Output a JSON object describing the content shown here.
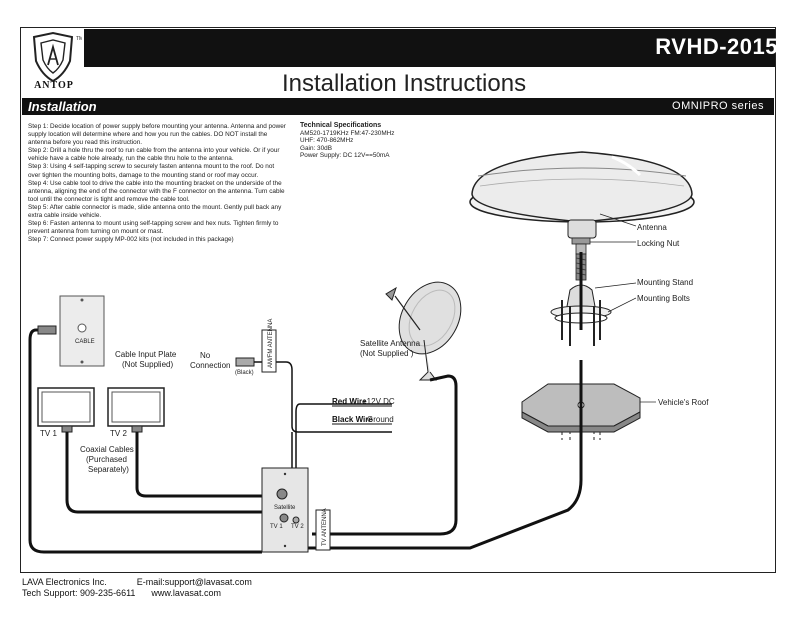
{
  "header": {
    "model": "RVHD-2015",
    "brand": "ANTOP",
    "trademark": "TM",
    "title": "Installation Instructions"
  },
  "section": {
    "title": "Installation",
    "series": "OMNIPRO series"
  },
  "steps": [
    "Step 1: Decide location of power supply before mounting your antenna. Antenna and power supply location will determine where and how you run the cables. DO NOT install the antenna before you read this instruction.",
    "Step 2: Drill a hole thru the roof to run cable from the antenna into your vehicle. Or if your vehicle have a cable hole already, run the cable thru hole to the antenna.",
    "Step 3: Using 4 self-tapping screw to securely fasten antenna mount to the roof. Do not over tighten the mounting bolts, damage to the mounting stand or roof may occur.",
    "Step 4: Use cable tool to drive the cable into the mounting bracket on the underside of the antenna, aligning the end of the connector with the F connector on the antenna. Turn cable tool until the connector is tight and remove the cable tool.",
    "Step 5: After cable connector is made, slide antenna onto the mount. Gently pull back any extra cable inside vehicle.",
    "Step 6: Fasten antenna to mount using self-tapping screw and hex nuts. Tighten firmly to prevent antenna from turning on mount or mast.",
    "Step 7: Connect power supply MP-002 kits (not included in this package)"
  ],
  "specs": {
    "title": "Technical Specifications",
    "lines": [
      "AM520-1719KHz FM:47-230MHz",
      "UHF: 470-862MHz",
      "Gain: 30dB",
      "Power Supply: DC 12V==50mA"
    ]
  },
  "diagram": {
    "antenna": "Antenna",
    "locking_nut": "Locking Nut",
    "mounting_stand": "Mounting Stand",
    "mounting_bolts": "Mounting Bolts",
    "vehicles_roof": "Vehicle's Roof",
    "satellite_1": "Satellite Antenna",
    "satellite_2": "(Not Supplied )",
    "cable_plate_1": "Cable Input Plate",
    "cable_plate_2": "(Not Supplied)",
    "plate_text": "CABLE",
    "no_conn_1": "No",
    "no_conn_2": "Connection",
    "black_tag": "(Black)",
    "red_wire": "Red Wire",
    "red_wire_spec": "+12V DC",
    "black_wire": "Black Wire",
    "black_wire_spec": "Ground",
    "tv1": "TV 1",
    "tv2": "TV 2",
    "coax_1": "Coaxial Cables",
    "coax_2": "(Purchased",
    "coax_3": "Separately)",
    "ps_satellite": "Satellite",
    "ps_tv1": "TV 1",
    "ps_tv2": "TV 2",
    "fm_antenna_tag": "AM/FM ANTENNA",
    "tv_antenna_tag": "TV ANTENNA"
  },
  "footer": {
    "company": "LAVA Electronics Inc.",
    "email": "E-mail:support@lavasat.com",
    "support": "Tech Support: 909-235-6611",
    "web": "www.lavasat.com"
  }
}
